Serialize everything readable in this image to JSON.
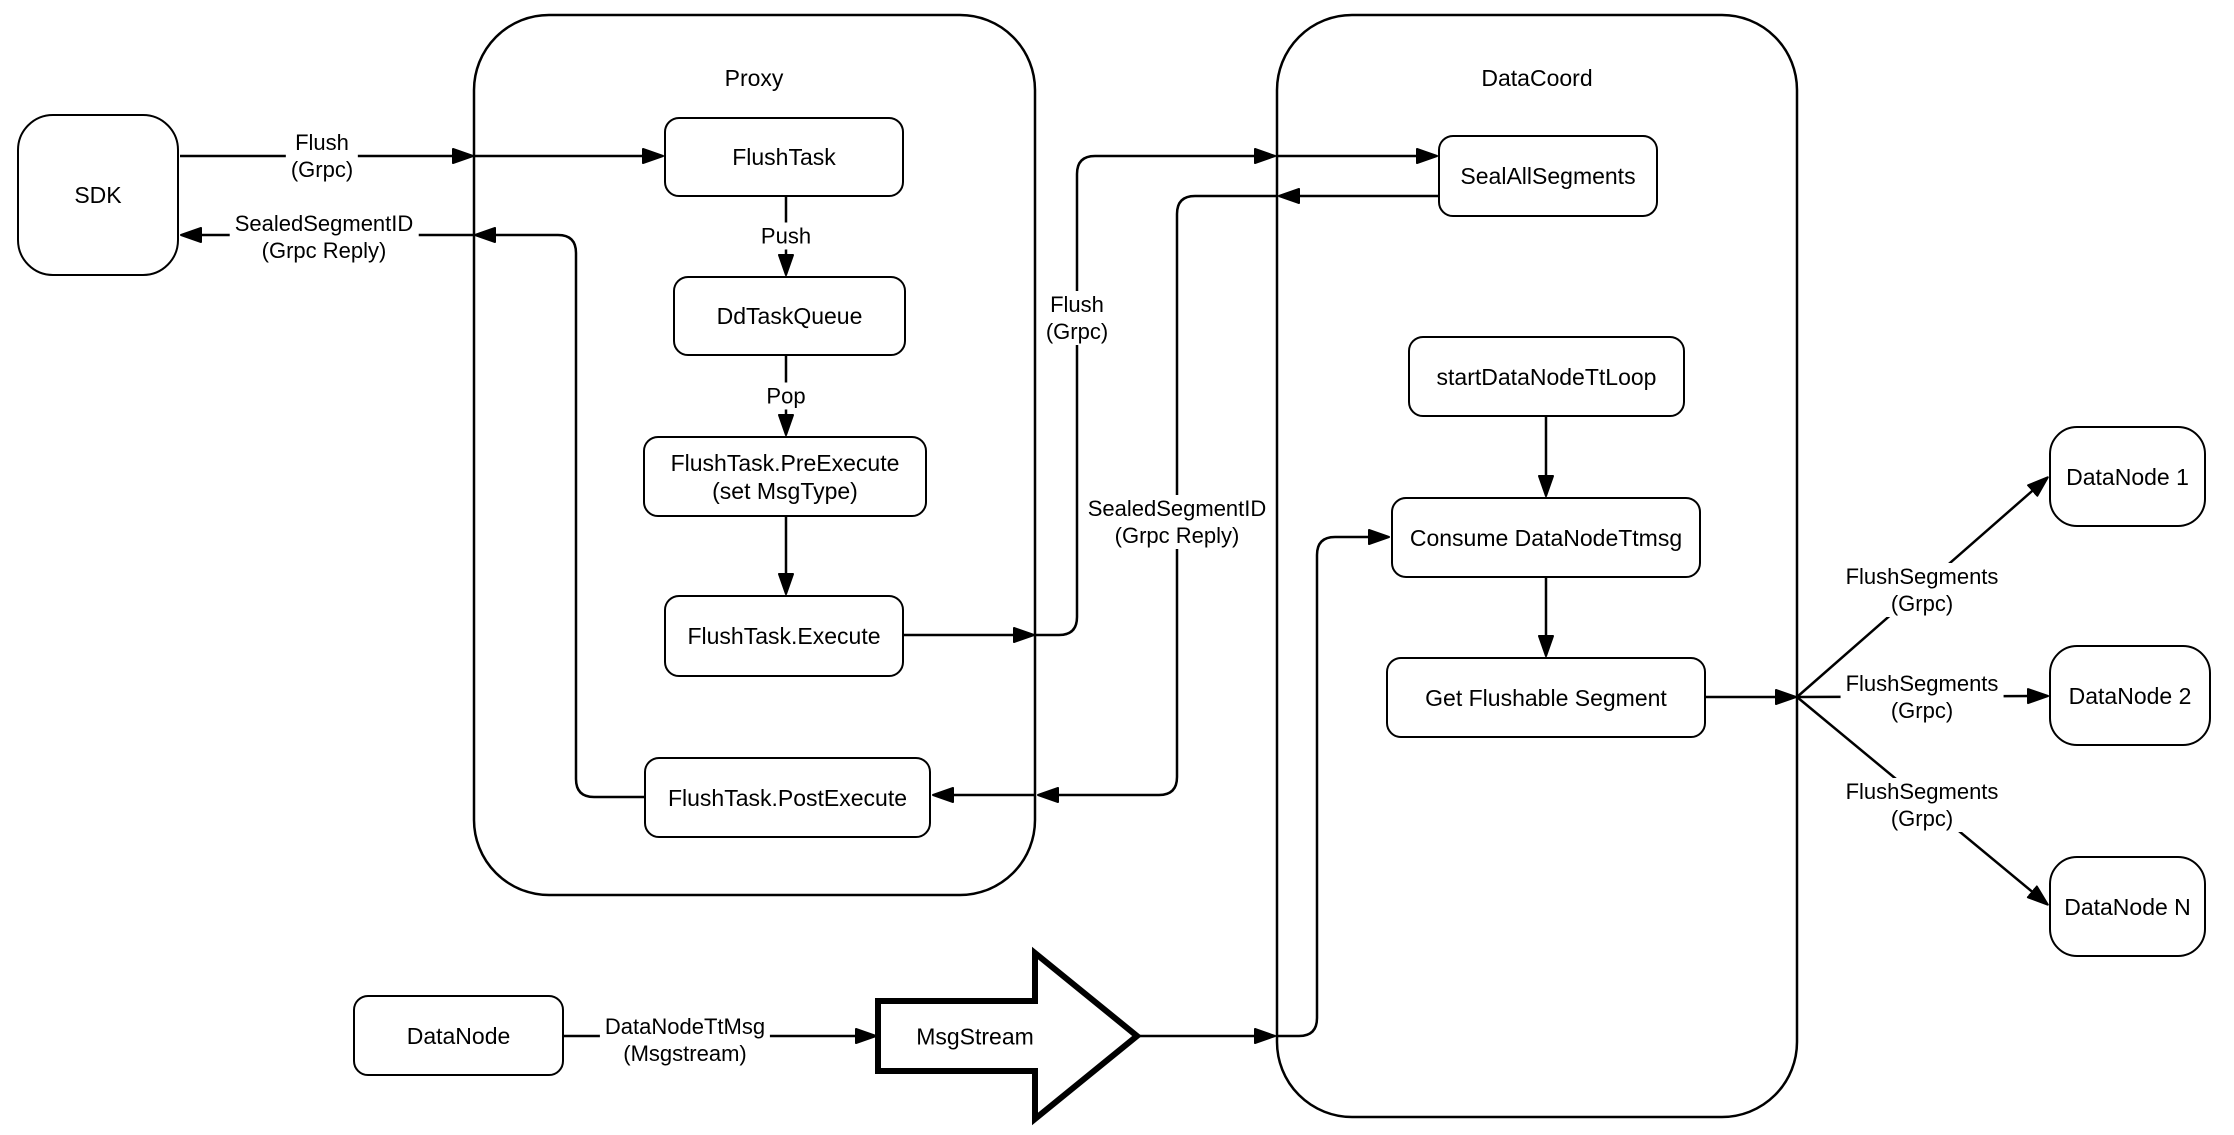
{
  "diagram": {
    "background": "#ffffff",
    "stroke_color": "#000000",
    "text_color": "#000000",
    "containers": {
      "proxy": {
        "title": "Proxy"
      },
      "datacoord": {
        "title": "DataCoord"
      }
    },
    "nodes": {
      "sdk": {
        "label": "SDK"
      },
      "flush_task": {
        "label": "FlushTask"
      },
      "dd_task_queue": {
        "label": "DdTaskQueue"
      },
      "pre_execute": {
        "line1": "FlushTask.PreExecute",
        "line2": "(set MsgType)"
      },
      "execute": {
        "label": "FlushTask.Execute"
      },
      "post_execute": {
        "label": "FlushTask.PostExecute"
      },
      "seal_all_segments": {
        "label": "SealAllSegments"
      },
      "start_datanode_tt_loop": {
        "label": "startDataNodeTtLoop"
      },
      "consume_datanode_ttmsg": {
        "label": "Consume DataNodeTtmsg"
      },
      "get_flushable_segment": {
        "label": "Get Flushable Segment"
      },
      "datanode_1": {
        "label": "DataNode 1"
      },
      "datanode_2": {
        "label": "DataNode 2"
      },
      "datanode_n": {
        "label": "DataNode N"
      },
      "datanode": {
        "label": "DataNode"
      },
      "msgstream": {
        "label": "MsgStream"
      }
    },
    "edge_labels": {
      "flush_grpc_sdk": {
        "line1": "Flush",
        "line2": "(Grpc)"
      },
      "sealed_reply_sdk": {
        "line1": "SealedSegmentID",
        "line2": "(Grpc Reply)"
      },
      "push": {
        "line1": "Push"
      },
      "pop": {
        "line1": "Pop"
      },
      "flush_grpc_mid": {
        "line1": "Flush",
        "line2": "(Grpc)"
      },
      "sealed_reply_mid": {
        "line1": "SealedSegmentID",
        "line2": "(Grpc Reply)"
      },
      "flush_segments_1": {
        "line1": "FlushSegments",
        "line2": "(Grpc)"
      },
      "flush_segments_2": {
        "line1": "FlushSegments",
        "line2": "(Grpc)"
      },
      "flush_segments_3": {
        "line1": "FlushSegments",
        "line2": "(Grpc)"
      },
      "datanode_ttmsg": {
        "line1": "DataNodeTtMsg",
        "line2": "(Msgstream)"
      }
    }
  }
}
